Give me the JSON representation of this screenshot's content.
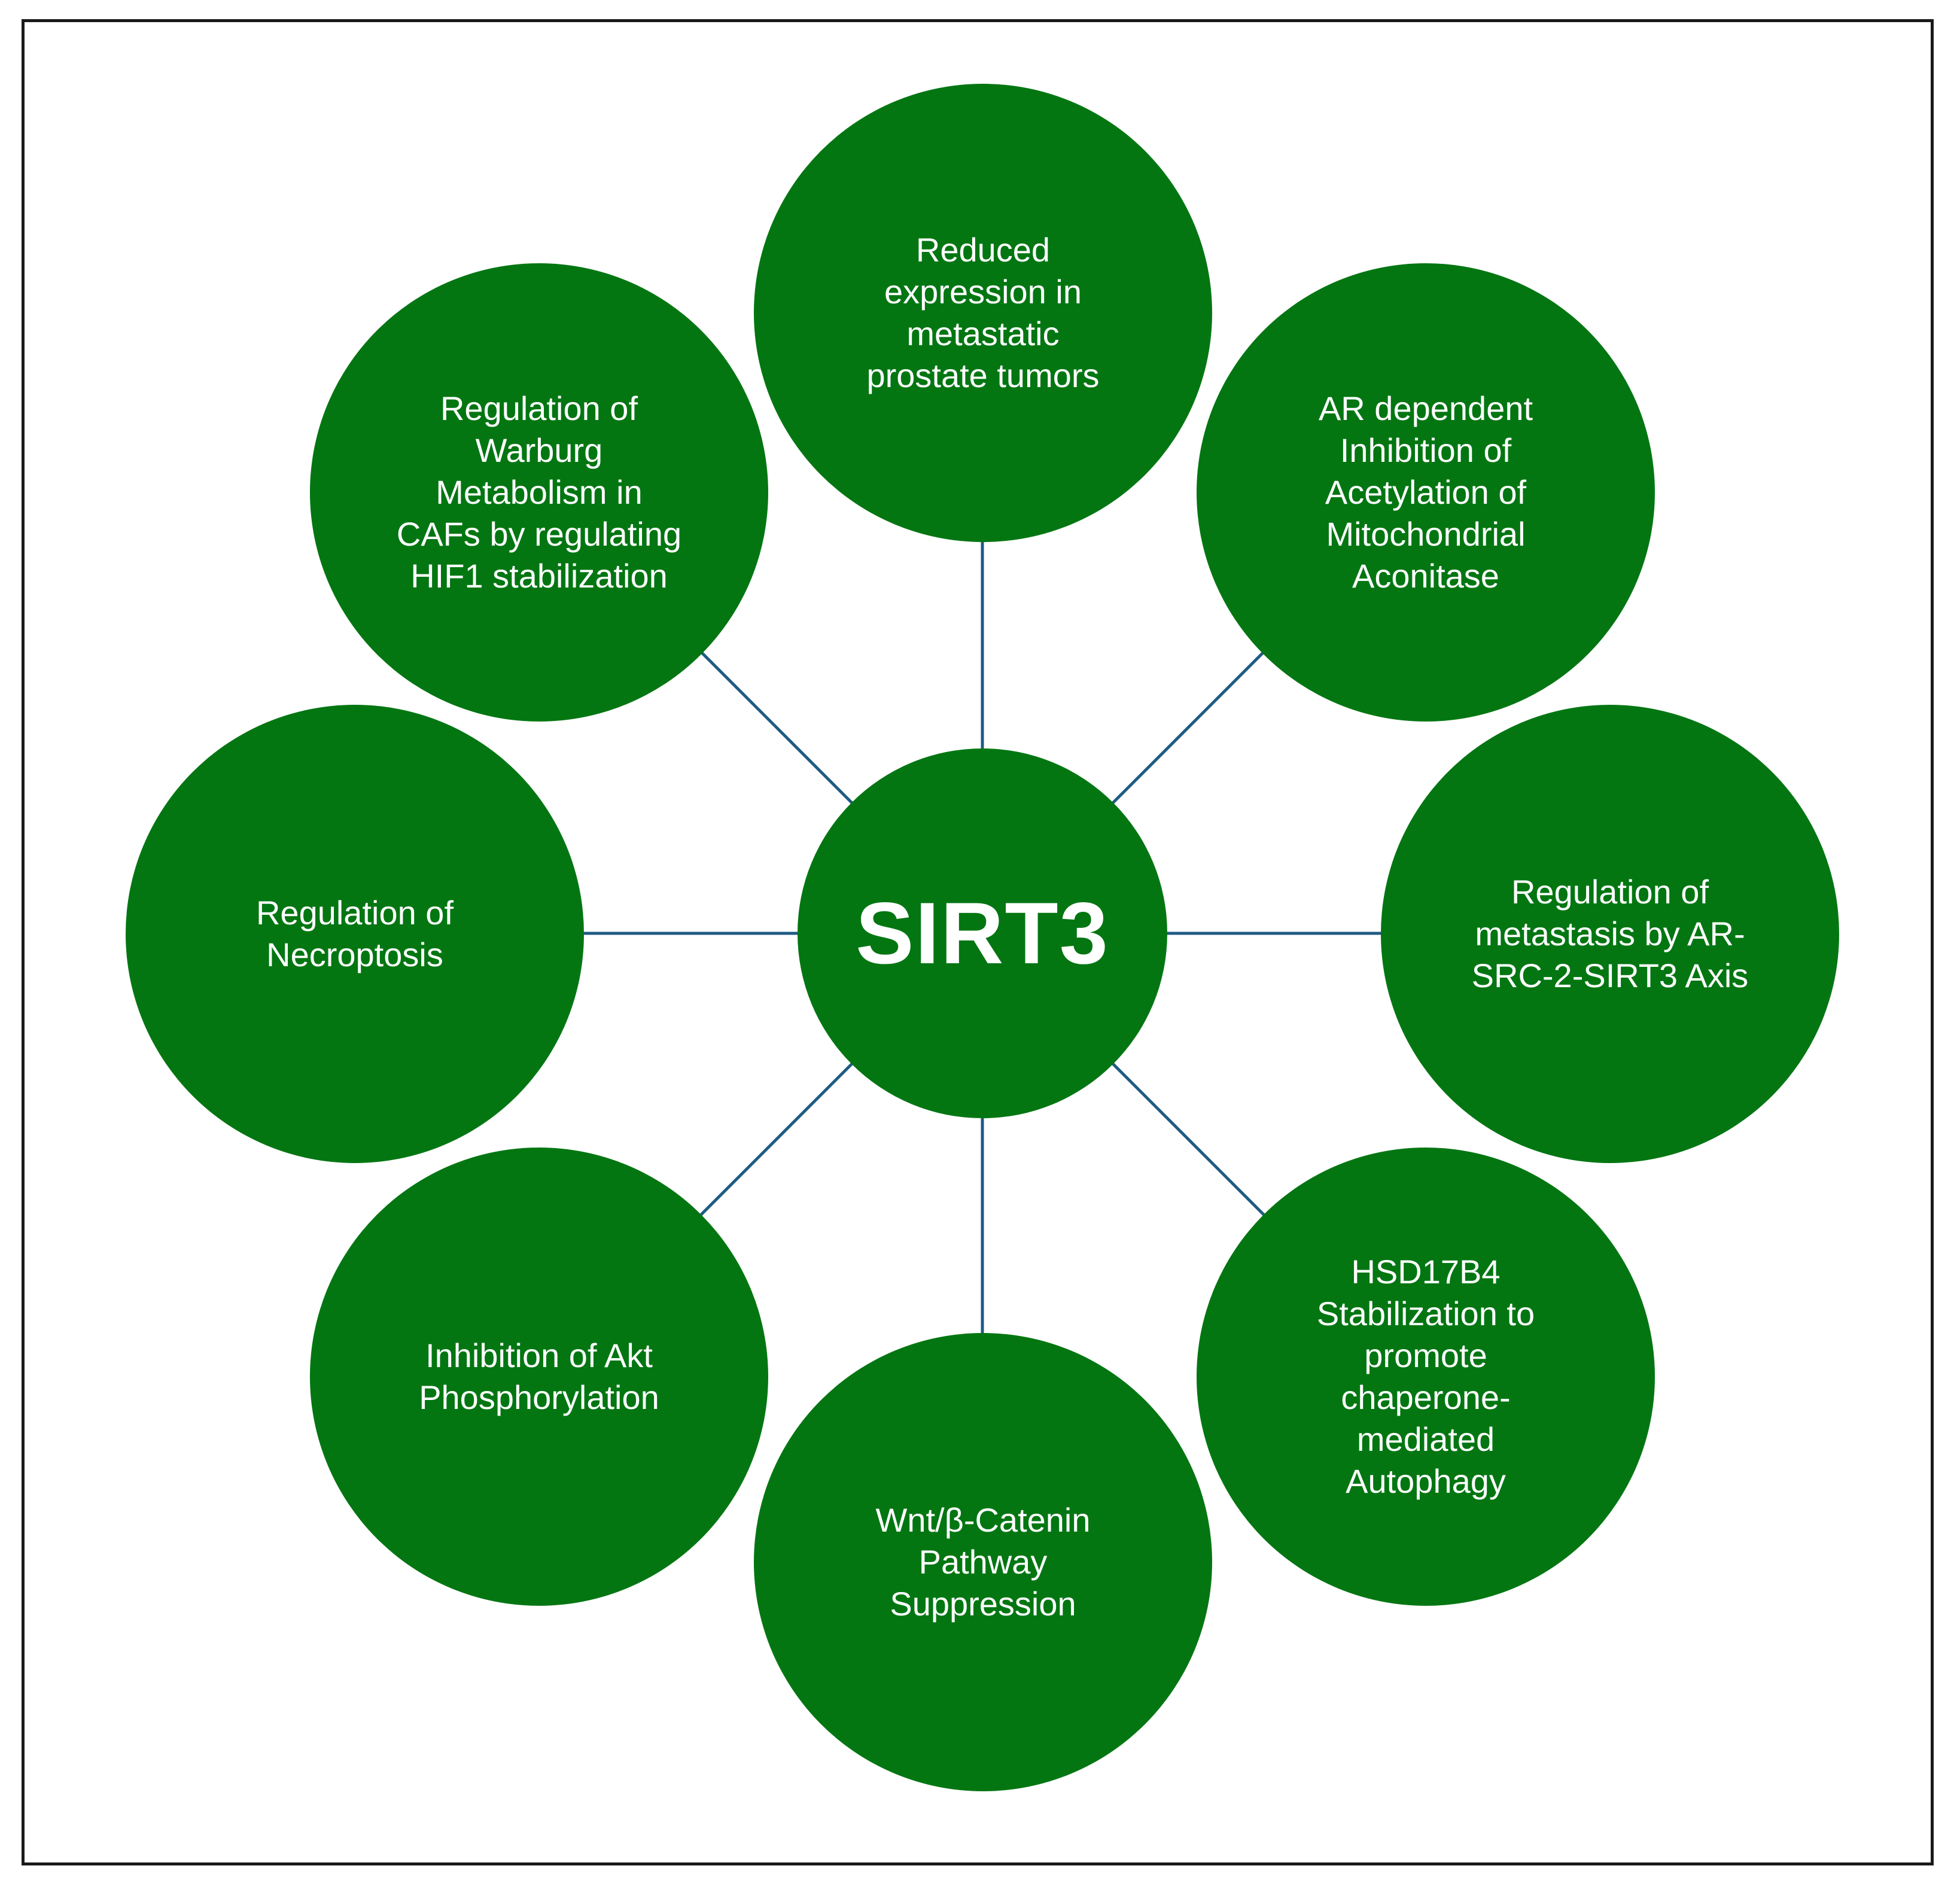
{
  "theme": {
    "node_color": "#037612",
    "text_color": "#ffffff",
    "line_color": "#1f5b84",
    "frame_color": "#1a1a1a"
  },
  "hub": {
    "label": "SIRT3"
  },
  "nodes": [
    {
      "id": "top",
      "label": "Reduced\nexpression in\nmetastatic\nprostate tumors"
    },
    {
      "id": "top-right",
      "label": "AR dependent\nInhibition of\nAcetylation of\nMitochondrial\nAconitase"
    },
    {
      "id": "right",
      "label": "Regulation of\nmetastasis by AR-\nSRC-2-SIRT3 Axis"
    },
    {
      "id": "bottom-right",
      "label": "HSD17B4\nStabilization to\npromote\nchaperone-\nmediated\nAutophagy"
    },
    {
      "id": "bottom",
      "label": "Wnt/β-Catenin\nPathway\nSuppression"
    },
    {
      "id": "bottom-left",
      "label": "Inhibition of Akt\nPhosphorylation"
    },
    {
      "id": "left",
      "label": "Regulation of\nNecroptosis"
    },
    {
      "id": "top-left",
      "label": "Regulation of\nWarburg\nMetabolism in\nCAFs by regulating\nHIF1 stabilization"
    }
  ]
}
